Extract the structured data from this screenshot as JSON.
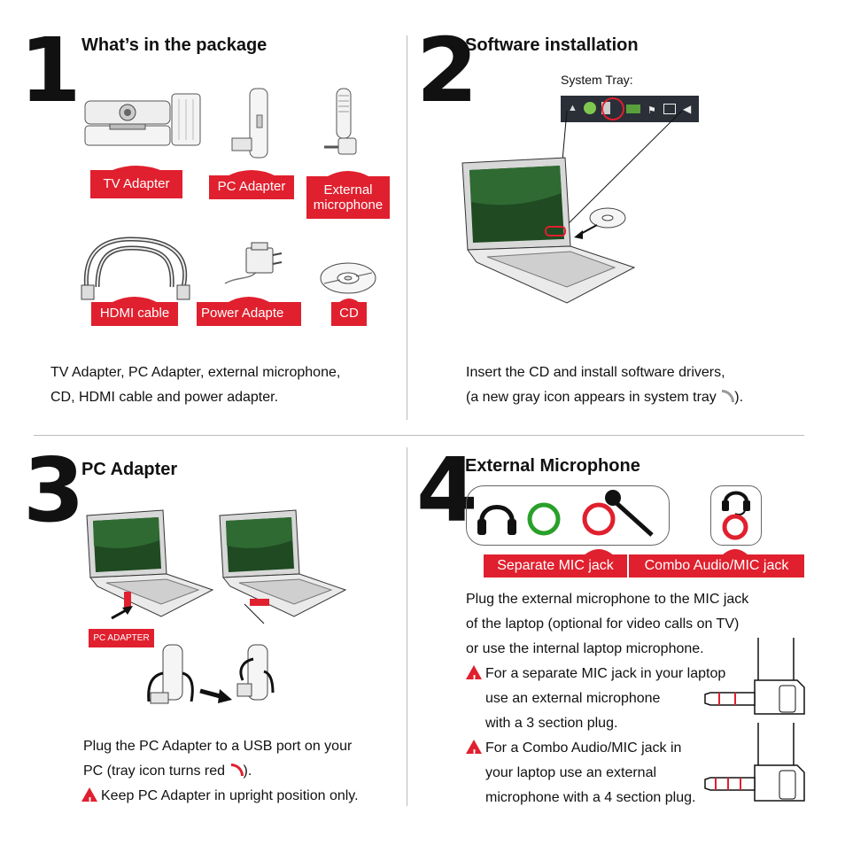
{
  "colors": {
    "accent": "#e0202e",
    "green": "#2aa02a"
  },
  "s1": {
    "num": "1",
    "title": "What’s in the package",
    "labels": [
      "TV Adapter",
      "PC Adapter",
      "External microphone",
      "HDMI cable",
      "Power Adapte",
      "CD"
    ],
    "text": [
      "TV Adapter, PC Adapter, external microphone,",
      "CD, HDMI cable and power adapter."
    ]
  },
  "s2": {
    "num": "2",
    "title": "Software installation",
    "tray_label": "System Tray:",
    "text": [
      "Insert the CD and install software drivers,",
      "(a new gray icon appears in system tray",
      ")."
    ]
  },
  "s3": {
    "num": "3",
    "title": "PC Adapter",
    "pc_label": "PC ADAPTER",
    "text": [
      "Plug the PC Adapter to a USB port on your",
      "PC (tray icon turns red",
      ").",
      "Keep PC Adapter in upright position only."
    ]
  },
  "s4": {
    "num": "4",
    "title": "External Microphone",
    "labels": [
      "Separate MIC jack",
      "Combo Audio/MIC jack"
    ],
    "text": [
      "Plug the external microphone to the MIC jack",
      "of the laptop (optional for video calls on TV)",
      "or use the internal laptop microphone.",
      "For a separate MIC jack in your laptop",
      "use an external microphone",
      "with a 3 section plug.",
      "For a Combo Audio/MIC jack in",
      "your laptop use an external",
      "microphone with a 4 section plug."
    ]
  }
}
